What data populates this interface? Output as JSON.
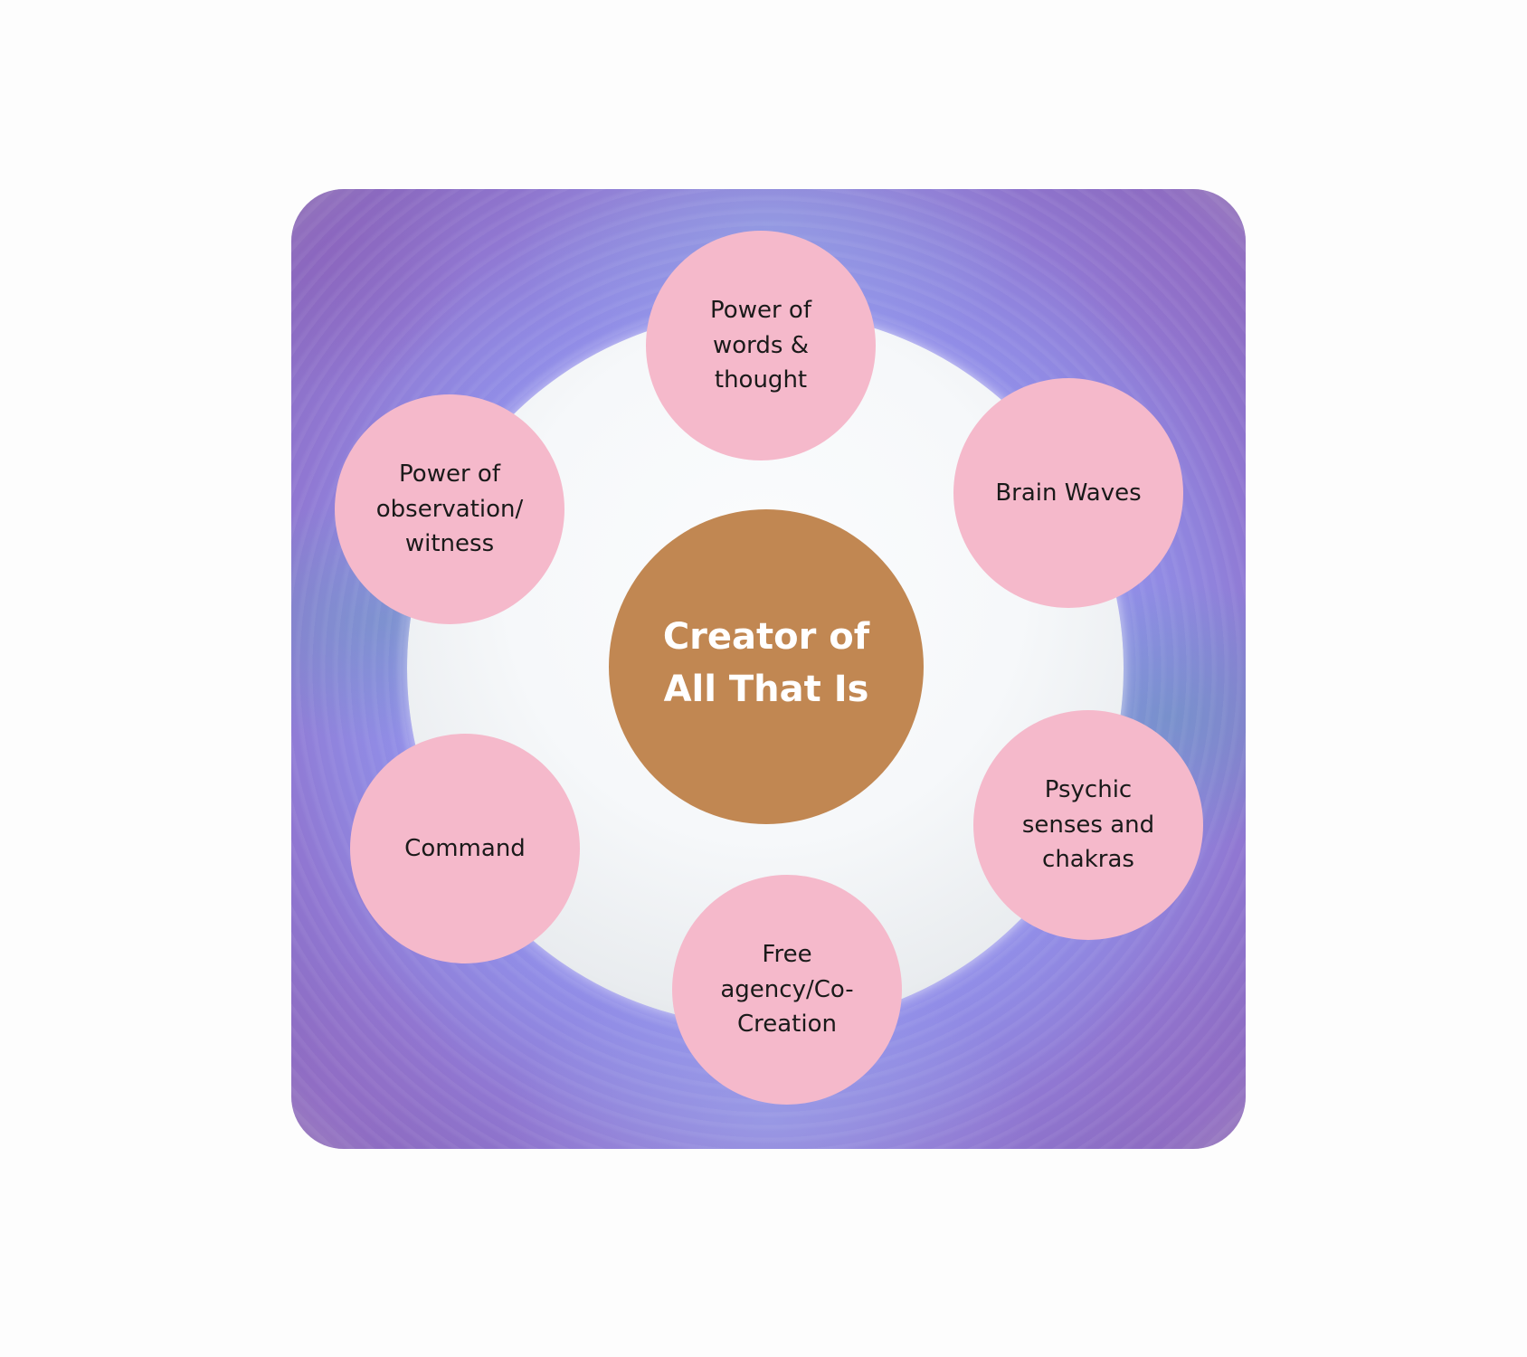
{
  "diagram": {
    "center": {
      "label": "Creator of All That Is"
    },
    "nodes": [
      {
        "id": "words-thought",
        "label": "Power of words & thought"
      },
      {
        "id": "brain-waves",
        "label": "Brain Waves"
      },
      {
        "id": "psychic-senses",
        "label": "Psychic senses and chakras"
      },
      {
        "id": "free-agency",
        "label": "Free agency/Co-Creation"
      },
      {
        "id": "command",
        "label": "Command"
      },
      {
        "id": "observation",
        "label": "Power of observation/ witness"
      }
    ],
    "colors": {
      "center_fill": "#c18752",
      "center_text": "#ffffff",
      "node_fill": "#f5b9cb",
      "node_text": "#1a1a1a",
      "sphere": "#f6f8fa",
      "backdrop": "#9077d2"
    }
  }
}
